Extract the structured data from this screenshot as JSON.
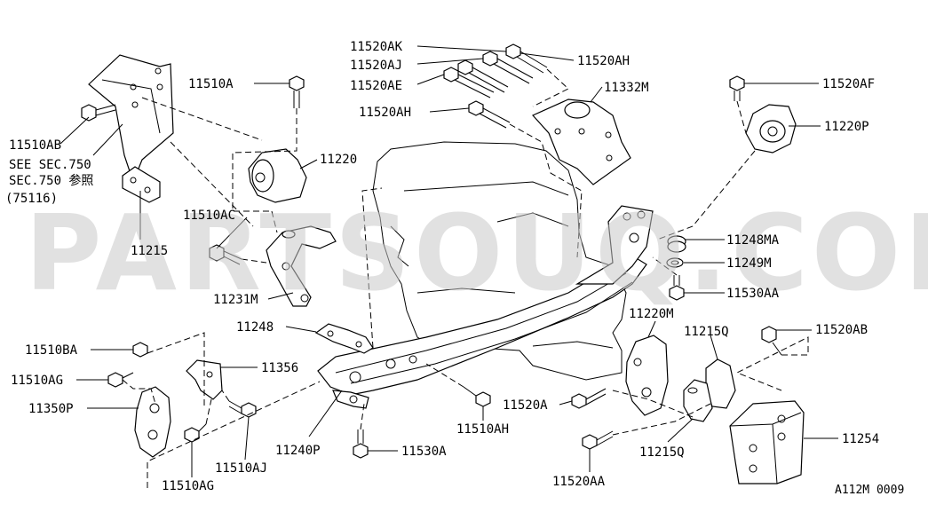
{
  "watermark": "PARTSOUQ.COM",
  "diagram_code": "A112M 0009",
  "callouts": {
    "c11510AB": "11510AB",
    "see1": "SEE SEC.750",
    "see2": "SEC.750 参照",
    "see3": "(75116)",
    "c11215": "11215",
    "c11510A": "11510A",
    "c11220": "11220",
    "c11510AC": "11510AC",
    "c11231M": "11231M",
    "c11248": "11248",
    "c11520AK": "11520AK",
    "c11520AJ": "11520AJ",
    "c11520AE": "11520AE",
    "c11520AH_left": "11520AH",
    "c11520AH_right": "11520AH",
    "c11332M": "11332M",
    "c11520AF": "11520AF",
    "c11220P": "11220P",
    "c11248MA": "11248MA",
    "c11249M": "11249M",
    "c11530AA": "11530AA",
    "c11220M": "11220M",
    "c11215Q_top": "11215Q",
    "c11215Q_bottom": "11215Q",
    "c11520AB": "11520AB",
    "c11520A": "11520A",
    "c11520AA": "11520AA",
    "c11254": "11254",
    "c11510BA": "11510BA",
    "c11356": "11356",
    "c11510AG_top": "11510AG",
    "c11350P": "11350P",
    "c11510AG_bottom": "11510AG",
    "c11510AJ": "11510AJ",
    "c11240P": "11240P",
    "c11530A": "11530A",
    "c11510AH": "11510AH"
  }
}
